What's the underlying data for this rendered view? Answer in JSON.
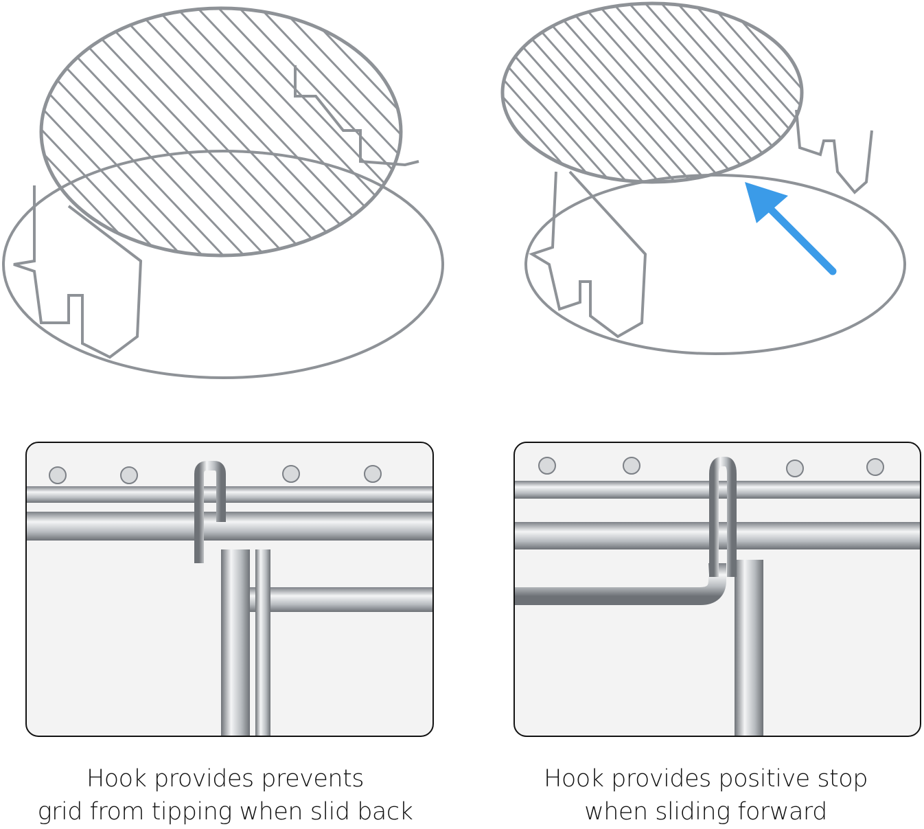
{
  "captions": {
    "left": {
      "line1": "Hook provides prevents",
      "line2": "grid from tipping when slid back"
    },
    "right": {
      "line1": "Hook provides positive stop",
      "line2": "when sliding forward"
    }
  },
  "colors": {
    "arrow": "#3b9be8",
    "metal": "#9a9ea3",
    "panel_border": "#111111"
  },
  "icons": {
    "arrow": "arrow-up-left-icon"
  }
}
